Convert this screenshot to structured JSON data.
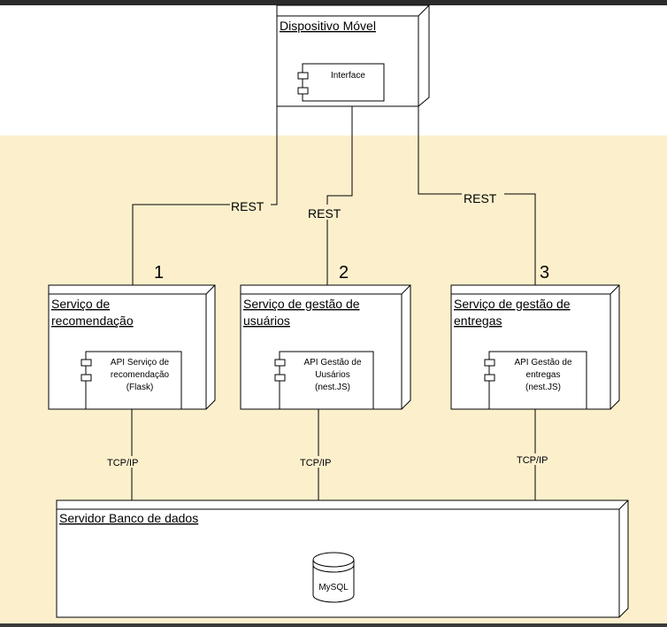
{
  "nodes": {
    "mobile": {
      "title": "Dispositivo Móvel",
      "component": "Interface"
    },
    "recomendacao": {
      "title_lines": [
        "Serviço de",
        "recomendação"
      ],
      "component_lines": [
        "API Serviço de",
        "recomendação",
        "(Flask)"
      ]
    },
    "usuarios": {
      "title_lines": [
        "Serviço de gestão de",
        "usuários"
      ],
      "component_lines": [
        "API Gestão de",
        "Uusários",
        "(nest.JS)"
      ]
    },
    "entregas": {
      "title_lines": [
        "Serviço de gestão de",
        "entregas"
      ],
      "component_lines": [
        "API Gestão de",
        "entregas",
        "(nest.JS)"
      ]
    },
    "database": {
      "title": "Servidor Banco de dados",
      "db": "MySQL"
    }
  },
  "edges": {
    "rest_1": "REST",
    "rest_2": "REST",
    "rest_3": "REST",
    "tcp_1": "TCP/IP",
    "tcp_2": "TCP/IP",
    "tcp_3": "TCP/IP"
  },
  "numbers": [
    "1",
    "2",
    "3"
  ],
  "colors": {
    "band": "#fcf0cc",
    "node_fill": "#ffffff",
    "stroke": "#000000"
  }
}
